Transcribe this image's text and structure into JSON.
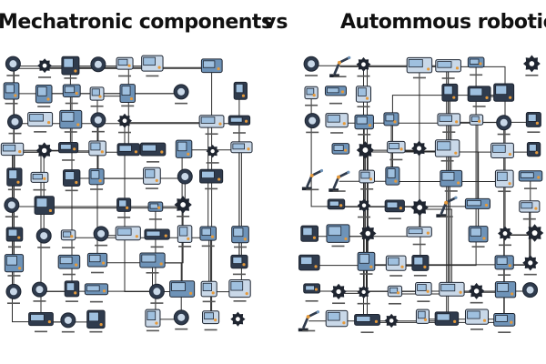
{
  "headline": {
    "left": "Mechatronic components",
    "middle": "vs",
    "right": "Autommous robotics"
  },
  "colors": {
    "ink": "#111111",
    "navy": "#2f3b4d",
    "steel_blue": "#6e93b8",
    "pale_blue": "#c9d8e8",
    "accent_orange": "#e59a3c"
  },
  "panels": {
    "left": {
      "icon_style": "mechatronic component icon grid connected by wires"
    },
    "right": {
      "icon_style": "robot arm and control device icon grid connected by wires"
    }
  }
}
